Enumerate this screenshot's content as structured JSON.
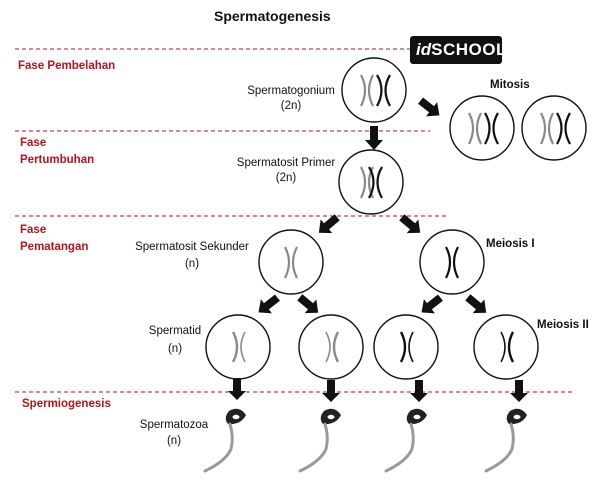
{
  "title": "Spermatogenesis",
  "logo": {
    "id_part": "id",
    "school_part": "SCHOOL"
  },
  "phases": {
    "pembelahan": "Fase Pembelahan",
    "pertumbuhan_1": "Fase",
    "pertumbuhan_2": "Pertumbuhan",
    "pematangan_1": "Fase",
    "pematangan_2": "Pematangan",
    "spermiogenesis": "Spermiogenesis"
  },
  "labels": {
    "spermatogonium": "Spermatogonium",
    "spermatogonium_ploidy": "(2n)",
    "mitosis": "Mitosis",
    "spermatosit_primer": "Spermatosit Primer",
    "spermatosit_primer_ploidy": "(2n)",
    "spermatosit_sekunder": "Spermatosit Sekunder",
    "spermatosit_sekunder_ploidy": "(n)",
    "meiosis_1": "Meiosis I",
    "spermatid": "Spermatid",
    "spermatid_ploidy": "(n)",
    "meiosis_2": "Meiosis II",
    "spermatozoa": "Spermatozoa",
    "spermatozoa_ploidy": "(n)"
  },
  "colors": {
    "phase_text": "#b3141c",
    "divider": "#b3141c",
    "arrow": "#111111",
    "chromosome_gray": "#8a8a8a",
    "chromosome_black": "#111111"
  }
}
